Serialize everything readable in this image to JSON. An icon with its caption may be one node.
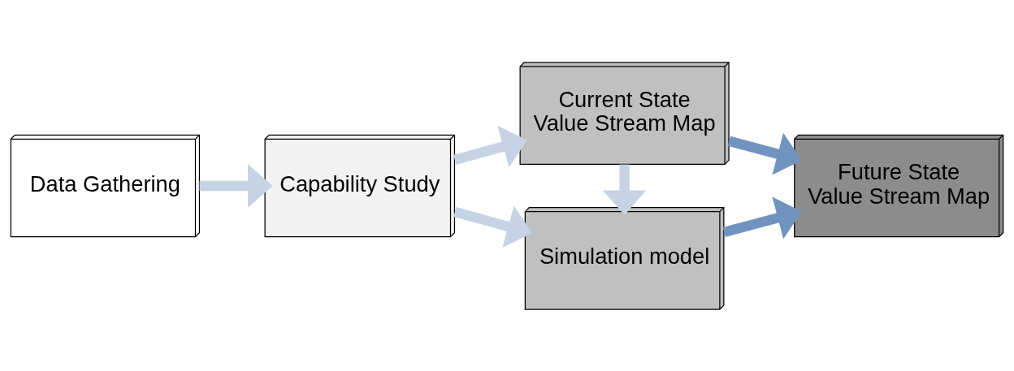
{
  "diagram": {
    "nodes": [
      {
        "text": [
          "Data Gathering"
        ]
      },
      {
        "text": [
          "Capability Study"
        ]
      },
      {
        "text": [
          "Simulation model"
        ]
      },
      {
        "text": [
          "Current State Value Stream Map"
        ]
      },
      {
        "text": [
          "Future State Value Stream Map"
        ]
      }
    ],
    "edges": [
      {
        "from": 0,
        "to": 1,
        "arrow": "to"
      },
      {
        "from": 1,
        "to": 2,
        "arrow": "to"
      },
      {
        "from": 1,
        "to": 3,
        "arrow": "to"
      },
      {
        "from": 3,
        "to": 2,
        "arrow": "to"
      },
      {
        "from": 2,
        "to": 4,
        "arrow": "to",
        "color": "#7193c0"
      },
      {
        "from": 3,
        "to": 4,
        "arrow": "to",
        "color": "#7193c0"
      }
    ]
  }
}
